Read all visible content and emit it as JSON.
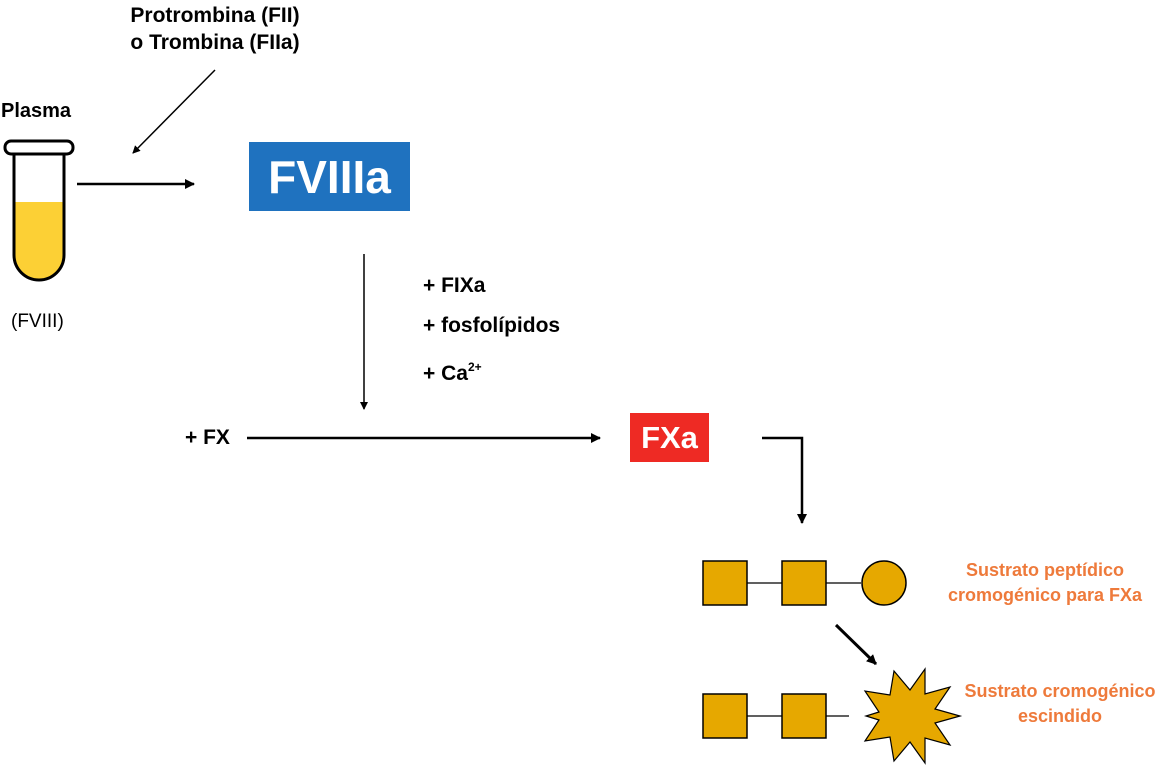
{
  "labels": {
    "protrombina_line1": "Protrombina (FII)",
    "protrombina_line2": "o Trombina (FIIa)",
    "plasma": "Plasma",
    "fviii": "(FVIII)",
    "fviiia": "FVIIIa",
    "fixa": "+ FIXa",
    "fosfolipidos": "+ fosfolípidos",
    "ca_prefix": "+ Ca",
    "ca_superscript": "2+",
    "fx": "+ FX",
    "fxa": "FXa",
    "substrate_line1": "Sustrato peptídico",
    "substrate_line2": "cromogénico para FXa",
    "cleaved_line1": "Sustrato cromogénico",
    "cleaved_line2": "escindido"
  },
  "colors": {
    "fviiia_box": "#1f72bf",
    "fxa_box": "#ee2a24",
    "plasma_liquid": "#fcd035",
    "substrate_fill": "#e6a800",
    "annotation_text": "#ee7a3b"
  }
}
